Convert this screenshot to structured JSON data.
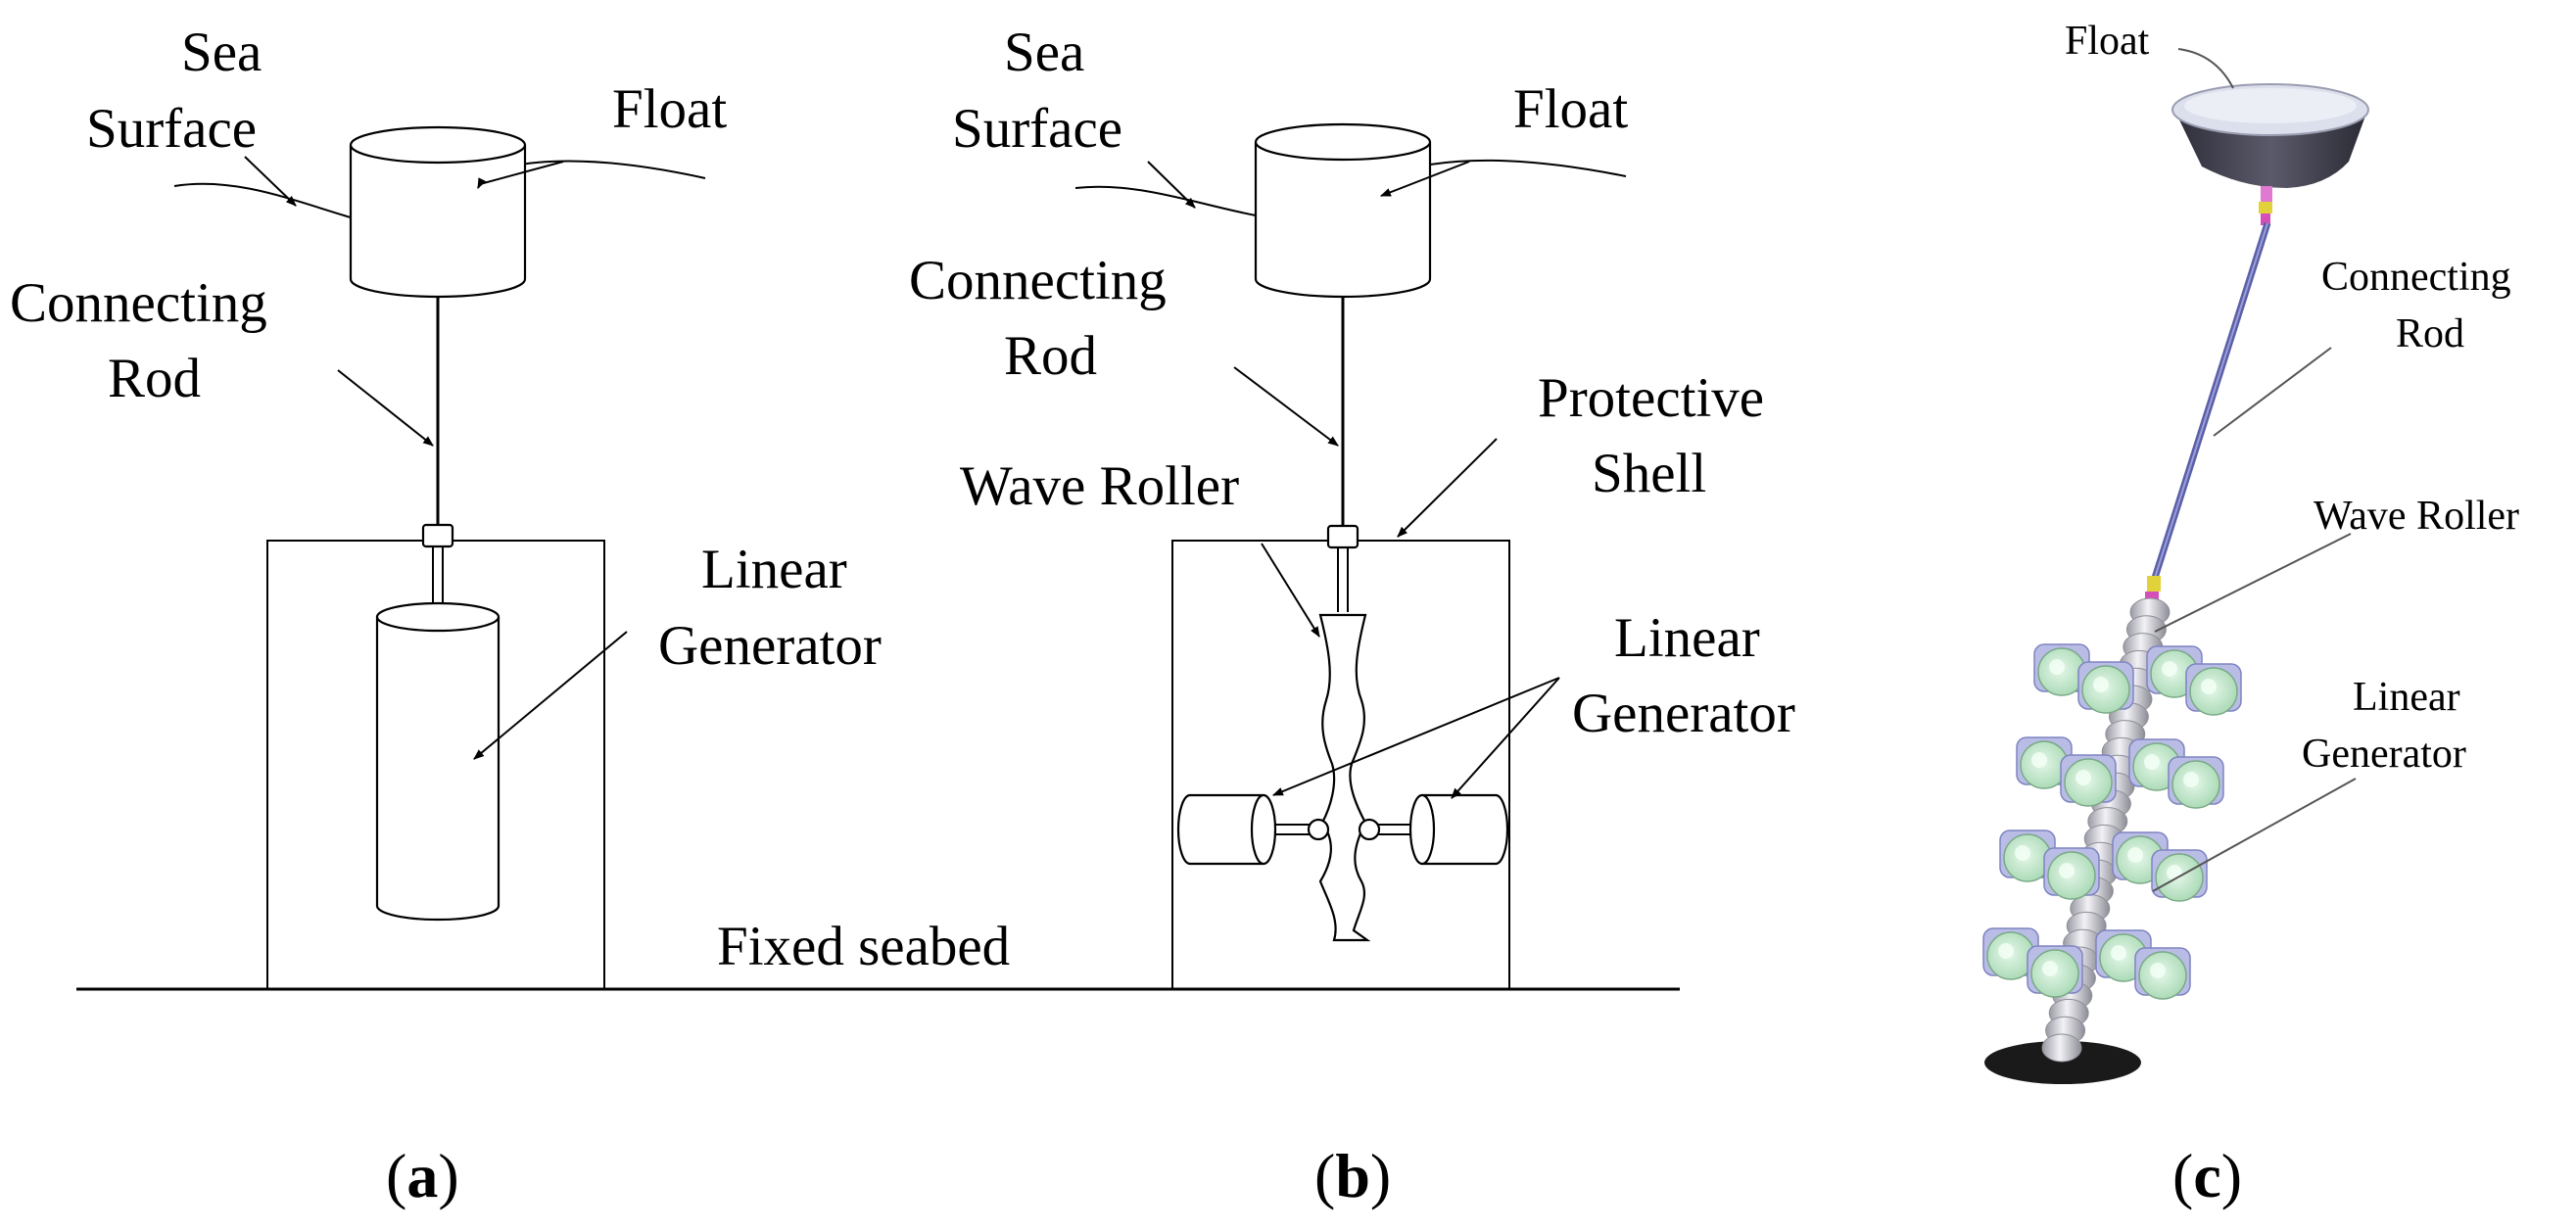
{
  "panel_a": {
    "sea_surface_line1": "Sea",
    "sea_surface_line2": "Surface",
    "float": "Float",
    "connecting_rod_line1": "Connecting",
    "connecting_rod_line2": "Rod",
    "linear_generator_line1": "Linear",
    "linear_generator_line2": "Generator",
    "caption_open": "(",
    "caption_letter": "a",
    "caption_close": ")"
  },
  "panel_b": {
    "sea_surface_line1": "Sea",
    "sea_surface_line2": "Surface",
    "float": "Float",
    "connecting_rod_line1": "Connecting",
    "connecting_rod_line2": "Rod",
    "protective_shell_line1": "Protective",
    "protective_shell_line2": "Shell",
    "wave_roller": "Wave Roller",
    "linear_generator_line1": "Linear",
    "linear_generator_line2": "Generator",
    "fixed_seabed": "Fixed seabed",
    "caption_open": "(",
    "caption_letter": "b",
    "caption_close": ")"
  },
  "panel_c": {
    "float": "Float",
    "connecting_rod_line1": "Connecting",
    "connecting_rod_line2": "Rod",
    "wave_roller": "Wave Roller",
    "linear_generator_line1": "Linear",
    "linear_generator_line2": "Generator",
    "caption_open": "(",
    "caption_letter": "c",
    "caption_close": ")"
  },
  "colors": {
    "line": "#000000",
    "float_top": "#d9dbe8",
    "float_side": "#3a3a48",
    "rod": "#5a5fa8",
    "roller": "#cfcfd6",
    "generator_face": "#c9ecd0",
    "generator_body": "#b9bde6",
    "shadow": "#1a1a1a"
  },
  "icons": [
    "float-icon",
    "wave-roller-icon",
    "linear-generator-icon"
  ]
}
